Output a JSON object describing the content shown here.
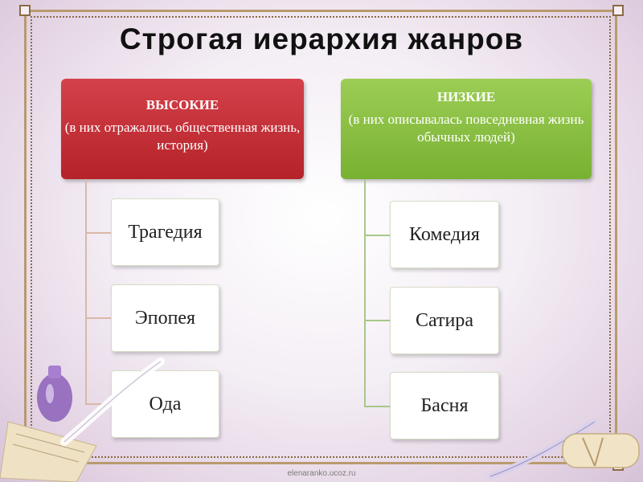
{
  "title": "Строгая иерархия жанров",
  "columns": [
    {
      "heading": "ВЫСОКИЕ",
      "description": "(в них отражались общественная жизнь, история)",
      "items": [
        "Трагедия",
        "Эпопея",
        "Ода"
      ]
    },
    {
      "heading": "НИЗКИЕ",
      "description": "(в них описывалась повседневная жизнь обычных людей)",
      "items": [
        "Комедия",
        "Сатира",
        "Басня"
      ]
    }
  ],
  "footer": "elenaranko.ucoz.ru",
  "colors": {
    "high": "#c0282f",
    "low": "#86bd3c",
    "frame": "#b99a6e"
  }
}
